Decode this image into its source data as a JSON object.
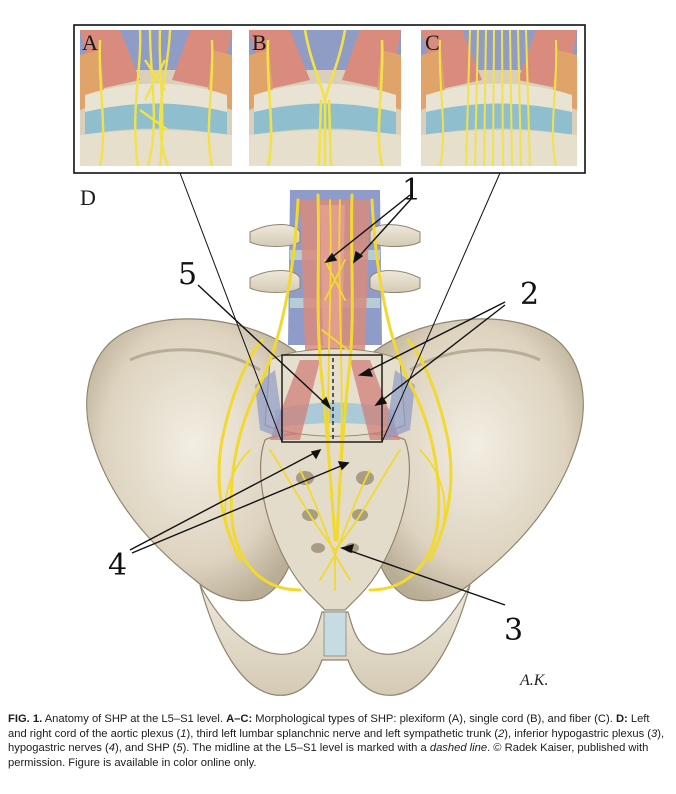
{
  "figure": {
    "panels": [
      "A",
      "B",
      "C"
    ],
    "main_panel": "D",
    "callouts": [
      "1",
      "2",
      "3",
      "4",
      "5"
    ],
    "signature": "A.K."
  },
  "caption": {
    "label": "FIG. 1.",
    "t1": " Anatomy of SHP at the L5–S1 level. ",
    "ac_label": "A–C:",
    "t2": " Morphological types of SHP: plexiform (A), single cord (B), and fiber (C). ",
    "d_label": "D:",
    "t3": " Left and right cord of the aortic plexus (",
    "n1": "1",
    "t4": "), third left lumbar splanchnic nerve and left sympathetic trunk (",
    "n2": "2",
    "t5": "), inferior hypogastric plexus (",
    "n3": "3",
    "t6": "), hypogastric nerves (",
    "n4": "4",
    "t7": "), and SHP (",
    "n5": "5",
    "t8": "). The midline at the L5–S1 level is marked with a ",
    "dashed": "dashed line",
    "t9": ". © Radek Kaiser, published with permission. Figure is available in color online only."
  }
}
